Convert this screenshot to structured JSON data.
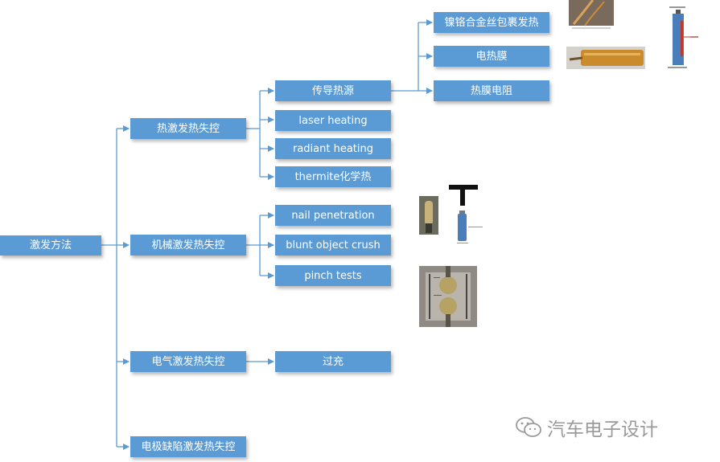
{
  "diagram": {
    "root": "激发方法",
    "categories": {
      "thermal": "热激发热失控",
      "mechanical": "机械激发热失控",
      "electrical": "电气激发热失控",
      "electrode": "电极缺陷激发热失控"
    },
    "thermal_methods": {
      "conductive": "传导热源",
      "laser": "laser heating",
      "radiant": "radiant heating",
      "thermite": "thermite化学热"
    },
    "conductive_sources": {
      "nichrome": "镍铬合金丝包裹发热",
      "film": "电热膜",
      "film_resistor": "热膜电阻"
    },
    "mechanical_methods": {
      "nail": "nail penetration",
      "blunt": "blunt object  crush",
      "pinch": "pinch tests"
    },
    "electrical_methods": {
      "overcharge": "过充"
    }
  },
  "watermark": {
    "text": "汽车电子设计"
  },
  "colors": {
    "node_fill": "#5b9bd5",
    "node_text": "#ffffff",
    "connector": "#5b9bd5",
    "watermark": "#9a9a9a"
  }
}
